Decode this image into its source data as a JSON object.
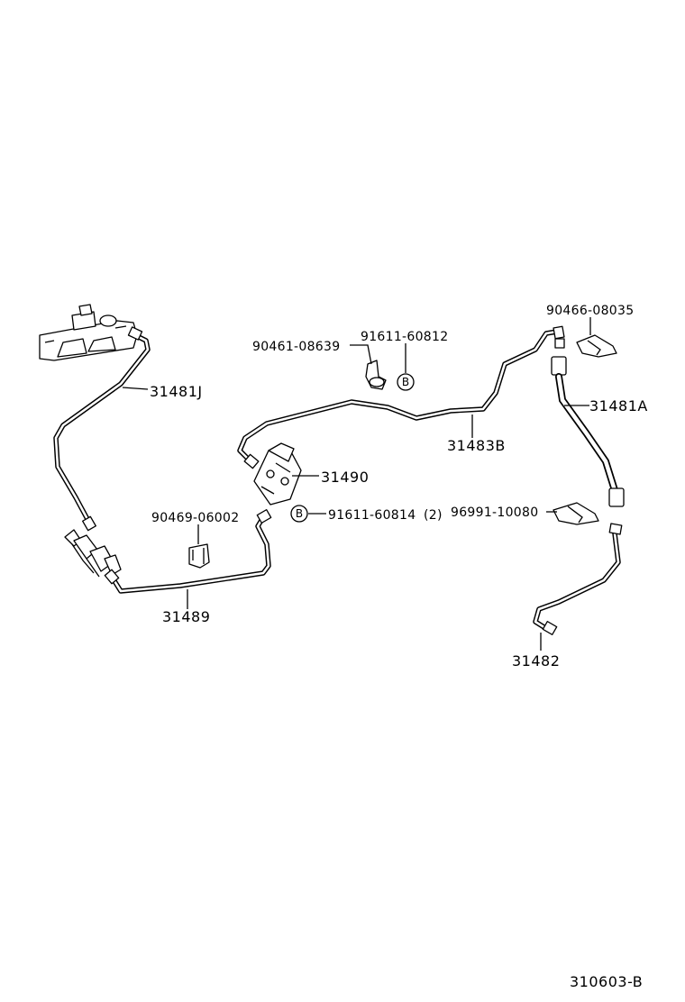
{
  "diagram": {
    "parts": {
      "p31481J": "31481J",
      "p31483B": "31483B",
      "p31490": "31490",
      "p31489": "31489",
      "p31481A": "31481A",
      "p31482": "31482",
      "p90461_08639": "90461-08639",
      "p91611_60812": "91611-60812",
      "p90466_08035": "90466-08035",
      "p90469_06002": "90469-06002",
      "p91611_60814": "91611-60814",
      "p91611_60814_qty": "(2)",
      "p96991_10080": "96991-10080"
    },
    "callout_symbol": "B",
    "diagram_code": "310603-B"
  }
}
